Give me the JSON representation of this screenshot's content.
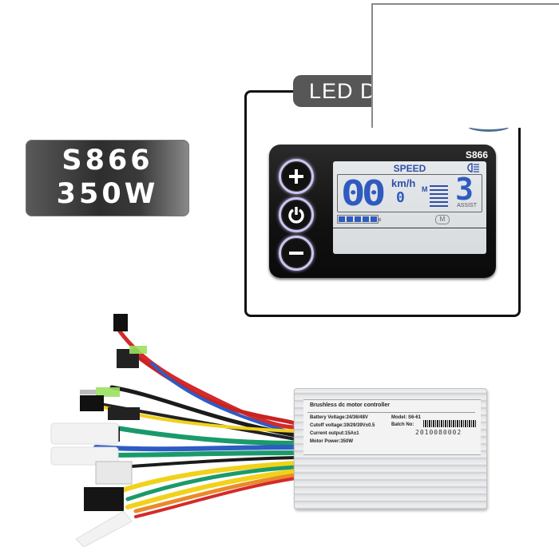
{
  "badge": {
    "line1": "S866",
    "line2": "350W"
  },
  "callout": {
    "tab_label": "LED D"
  },
  "display": {
    "model": "S866",
    "buttons": [
      {
        "name": "plus",
        "glyph": "+"
      },
      {
        "name": "power",
        "glyph": "⏻"
      },
      {
        "name": "minus",
        "glyph": "−"
      }
    ],
    "lcd": {
      "title": "SPEED",
      "headlight_icon": "headlight-icon",
      "speed_value": "00",
      "speed_unit": "km/h",
      "trip_digit": "0",
      "mode_label": "M",
      "assist_level": "3",
      "assist_label": "ASSIST",
      "battery_segments": 5,
      "motor_icon_label": "M"
    },
    "colors": {
      "lcd_digits": "#2f5bc0",
      "button_ring": "#cbc6ef"
    }
  },
  "controller": {
    "title": "Brushless dc motor controller",
    "specs": [
      "Battery Voltage:24/36/48V",
      "Cutoff voltage:19/29/39V±0.5",
      "Current output:15A±1",
      "Motor Power:350W"
    ],
    "model_label": "Model:  S6-61",
    "batch_label": "Batch No:",
    "batch_number": "2010080002"
  },
  "wire_colors": [
    "#d42a2a",
    "#1b1b1b",
    "#2e5cc4",
    "#1a9a6a",
    "#f1d21a",
    "#e98a2a",
    "#7ac142"
  ]
}
